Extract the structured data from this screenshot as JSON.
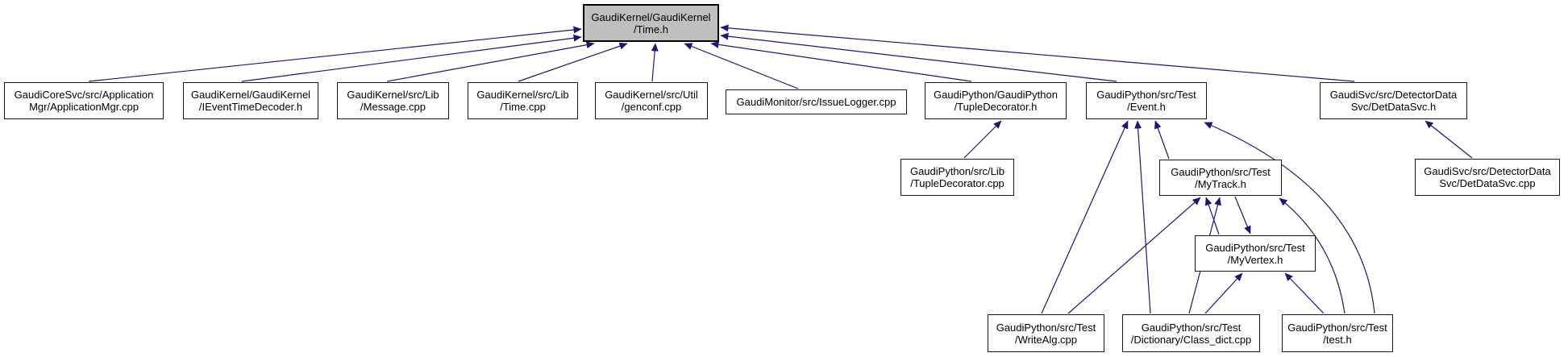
{
  "diagram": {
    "type": "include-dependency-graph",
    "root": "time_h",
    "colors": {
      "edge": "#191970",
      "node_fill": "#ffffff",
      "highlight_fill": "#bfbfbf",
      "node_border": "#000000"
    },
    "nodes": [
      {
        "id": "time_h",
        "line1": "GaudiKernel/GaudiKernel",
        "line2": "/Time.h",
        "highlight": true
      },
      {
        "id": "applicationmgr_cpp",
        "line1": "GaudiCoreSvc/src/Application",
        "line2": "Mgr/ApplicationMgr.cpp",
        "highlight": false
      },
      {
        "id": "ieventtimedecoder_h",
        "line1": "GaudiKernel/GaudiKernel",
        "line2": "/IEventTimeDecoder.h",
        "highlight": false
      },
      {
        "id": "message_cpp",
        "line1": "GaudiKernel/src/Lib",
        "line2": "/Message.cpp",
        "highlight": false
      },
      {
        "id": "time_cpp",
        "line1": "GaudiKernel/src/Lib",
        "line2": "/Time.cpp",
        "highlight": false
      },
      {
        "id": "genconf_cpp",
        "line1": "GaudiKernel/src/Util",
        "line2": "/genconf.cpp",
        "highlight": false
      },
      {
        "id": "issuelogger_cpp",
        "line1": "GaudiMonitor/src/IssueLogger.cpp",
        "line2": "",
        "highlight": false
      },
      {
        "id": "tupledecorator_h",
        "line1": "GaudiPython/GaudiPython",
        "line2": "/TupleDecorator.h",
        "highlight": false
      },
      {
        "id": "event_h",
        "line1": "GaudiPython/src/Test",
        "line2": "/Event.h",
        "highlight": false
      },
      {
        "id": "detdatasvc_h",
        "line1": "GaudiSvc/src/DetectorData",
        "line2": "Svc/DetDataSvc.h",
        "highlight": false
      },
      {
        "id": "tupledecorator_cpp",
        "line1": "GaudiPython/src/Lib",
        "line2": "/TupleDecorator.cpp",
        "highlight": false
      },
      {
        "id": "mytrack_h",
        "line1": "GaudiPython/src/Test",
        "line2": "/MyTrack.h",
        "highlight": false
      },
      {
        "id": "detdatasvc_cpp",
        "line1": "GaudiSvc/src/DetectorData",
        "line2": "Svc/DetDataSvc.cpp",
        "highlight": false
      },
      {
        "id": "myvertex_h",
        "line1": "GaudiPython/src/Test",
        "line2": "/MyVertex.h",
        "highlight": false
      },
      {
        "id": "writealg_cpp",
        "line1": "GaudiPython/src/Test",
        "line2": "/WriteAlg.cpp",
        "highlight": false
      },
      {
        "id": "class_dict_cpp",
        "line1": "GaudiPython/src/Test",
        "line2": "/Dictionary/Class_dict.cpp",
        "highlight": false
      },
      {
        "id": "test_h",
        "line1": "GaudiPython/src/Test",
        "line2": "/test.h",
        "highlight": false
      }
    ],
    "edges": [
      {
        "from": "applicationmgr_cpp",
        "to": "time_h"
      },
      {
        "from": "ieventtimedecoder_h",
        "to": "time_h"
      },
      {
        "from": "message_cpp",
        "to": "time_h"
      },
      {
        "from": "time_cpp",
        "to": "time_h"
      },
      {
        "from": "genconf_cpp",
        "to": "time_h"
      },
      {
        "from": "issuelogger_cpp",
        "to": "time_h"
      },
      {
        "from": "tupledecorator_h",
        "to": "time_h"
      },
      {
        "from": "event_h",
        "to": "time_h"
      },
      {
        "from": "detdatasvc_h",
        "to": "time_h"
      },
      {
        "from": "tupledecorator_cpp",
        "to": "tupledecorator_h"
      },
      {
        "from": "mytrack_h",
        "to": "event_h"
      },
      {
        "from": "detdatasvc_cpp",
        "to": "detdatasvc_h"
      },
      {
        "from": "myvertex_h",
        "to": "mytrack_h"
      },
      {
        "from": "mytrack_h",
        "to": "myvertex_h"
      },
      {
        "from": "writealg_cpp",
        "to": "event_h"
      },
      {
        "from": "writealg_cpp",
        "to": "mytrack_h"
      },
      {
        "from": "class_dict_cpp",
        "to": "event_h"
      },
      {
        "from": "class_dict_cpp",
        "to": "mytrack_h"
      },
      {
        "from": "class_dict_cpp",
        "to": "myvertex_h"
      },
      {
        "from": "test_h",
        "to": "event_h"
      },
      {
        "from": "test_h",
        "to": "mytrack_h"
      },
      {
        "from": "test_h",
        "to": "myvertex_h"
      }
    ]
  }
}
